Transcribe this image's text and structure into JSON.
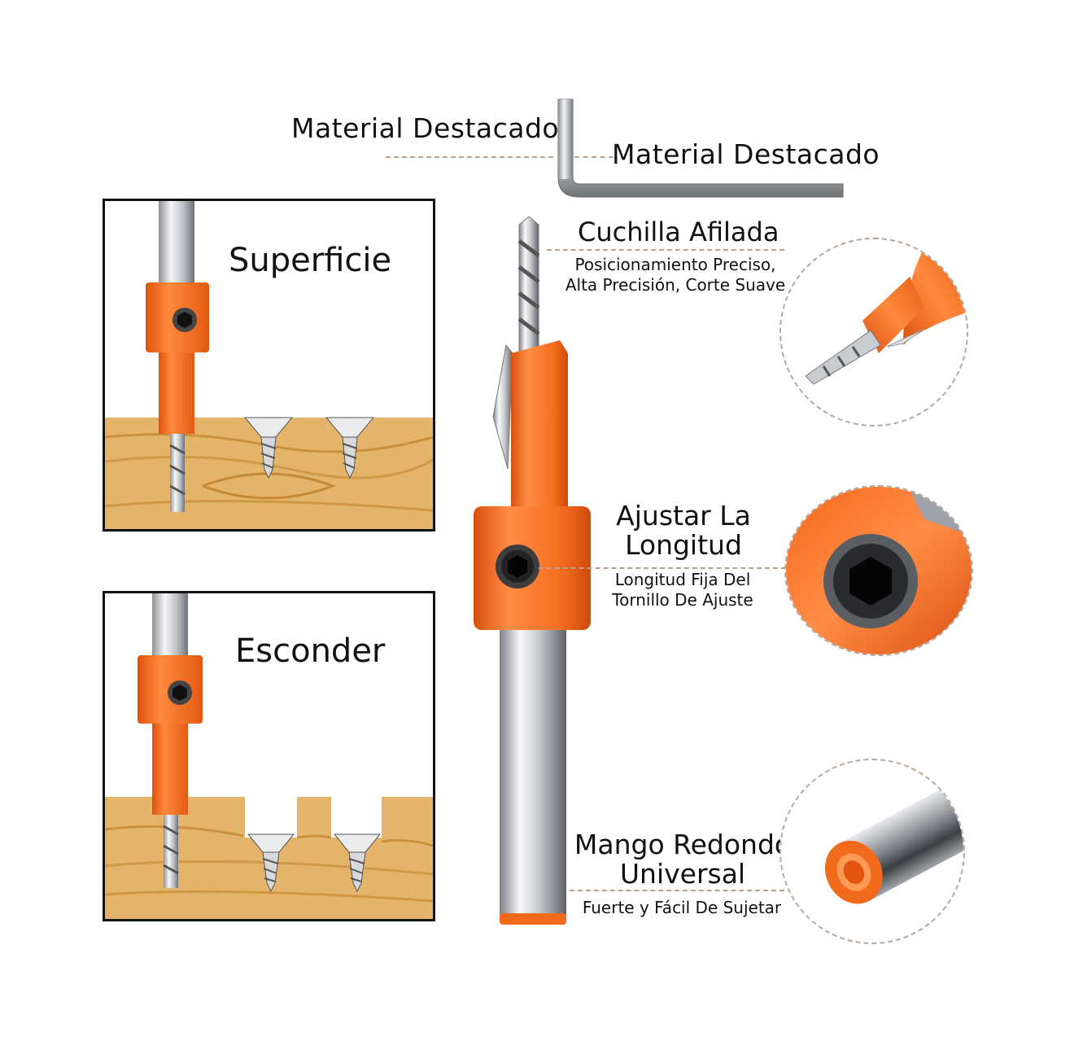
{
  "top_labels": {
    "left": "Material Destacado",
    "right": "Material Destacado"
  },
  "panels": [
    {
      "title": "Superficie"
    },
    {
      "title": "Esconder"
    }
  ],
  "features": {
    "blade": {
      "title": "Cuchilla Afilada",
      "line1": "Posicionamiento Preciso,",
      "line2": "Alta Precisión, Corte Suave"
    },
    "adjust": {
      "title_line1": "Ajustar La",
      "title_line2": "Longitud",
      "line1": "Longitud Fija Del",
      "line2": "Tornillo De Ajuste"
    },
    "shank": {
      "title_line1": "Mango Redondo",
      "title_line2": "Universal",
      "line1": "Fuerte y Fácil De Sujetar"
    }
  },
  "icons": [
    "hex-key-icon",
    "drill-bit-icon",
    "screw-icon",
    "hex-socket-icon"
  ],
  "colors": {
    "accent": "#f26a1b",
    "wood": "#e3b469",
    "steel": "#c9ccd0"
  }
}
